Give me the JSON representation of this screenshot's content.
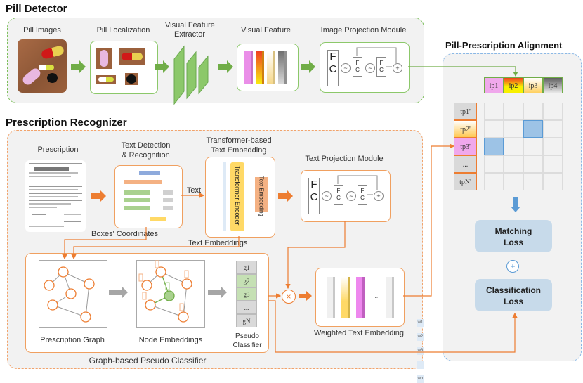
{
  "sections": {
    "pill_detector": "Pill Detector",
    "prescription_recognizer": "Prescription Recognizer",
    "alignment": "Pill-Prescription Alignment"
  },
  "pill_detector": {
    "pill_images": "Pill Images",
    "pill_localization": "Pill Localization",
    "extractor_line1": "Visual Feature",
    "extractor_line2": "Extractor",
    "visual_feature": "Visual Feature",
    "image_projection": "Image Projection Module"
  },
  "projection": {
    "fc_big_1": "F",
    "fc_big_2": "C",
    "fc_small_1": "F",
    "fc_small_2": "C",
    "activation": "~",
    "add": "+"
  },
  "recognizer": {
    "prescription": "Prescription",
    "text_detection_line1": "Text Detection",
    "text_detection_line2": "& Recognition",
    "text_arrow_label": "Text",
    "transformer_line1": "Transformer-based",
    "transformer_line2": "Text Embedding",
    "transformer_encoder": "Transformer Encoder",
    "text_embedding_block": "Text Embedding",
    "tokens": [
      "w1",
      "w2",
      "w3",
      "...",
      "wn"
    ],
    "text_projection": "Text Projection Module",
    "boxes_coordinates": "Boxes' Coordinates",
    "text_embeddings": "Text Embeddings",
    "prescription_graph": "Prescription Graph",
    "node_embeddings": "Node Embeddings",
    "pseudo_line1": "Pseudo",
    "pseudo_line2": "Classifier",
    "pseudo_classes": [
      "g1",
      "g2",
      "g3",
      "...",
      "gN"
    ],
    "graph_classifier": "Graph-based Pseudo Classifier",
    "multiply": "×",
    "weighted_embedding": "Weighted Text Embedding",
    "ellipsis": "..."
  },
  "alignment": {
    "image_tokens": [
      "ip1",
      "ip2",
      "ip3",
      "ip4"
    ],
    "text_tokens": [
      "tp1'",
      "tp2'",
      "tp3'",
      "...",
      "tpN'"
    ],
    "matches": [
      [
        1,
        2
      ],
      [
        2,
        0
      ]
    ],
    "matching_loss_1": "Matching",
    "matching_loss_2": "Loss",
    "plus": "+",
    "classification_loss_1": "Classification",
    "classification_loss_2": "Loss"
  },
  "colors": {
    "green": "#70ad47",
    "orange": "#ed7d31",
    "blue": "#5b9bd5",
    "match_cell": "#9dc3e6"
  }
}
